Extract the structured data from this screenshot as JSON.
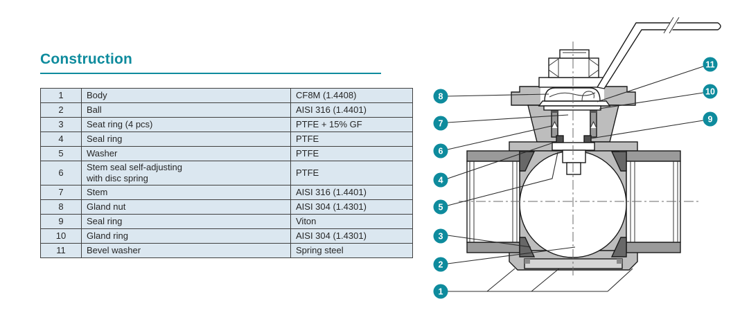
{
  "page": {
    "title": "Construction"
  },
  "colors": {
    "accent_teal": "#0e8b9d",
    "table_row_bg": "#dbe7f0",
    "table_border": "#3f3f3f",
    "diagram_gray_body": "#bdbdbd",
    "diagram_gray_band": "#9a9a9a",
    "diagram_gray_dark": "#686868"
  },
  "table": {
    "rows": [
      {
        "num": "1",
        "part": "Body",
        "material": "CF8M (1.4408)"
      },
      {
        "num": "2",
        "part": "Ball",
        "material": "AISI 316 (1.4401)"
      },
      {
        "num": "3",
        "part": "Seat ring (4 pcs)",
        "material": "PTFE + 15% GF"
      },
      {
        "num": "4",
        "part": "Seal ring",
        "material": "PTFE"
      },
      {
        "num": "5",
        "part": "Washer",
        "material": "PTFE"
      },
      {
        "num": "6",
        "part": "Stem seal self-adjusting\nwith disc spring",
        "material": "PTFE"
      },
      {
        "num": "7",
        "part": "Stem",
        "material": "AISI 316 (1.4401)"
      },
      {
        "num": "8",
        "part": "Gland nut",
        "material": "AISI 304 (1.4301)"
      },
      {
        "num": "9",
        "part": "Seal ring",
        "material": "Viton"
      },
      {
        "num": "10",
        "part": "Gland ring",
        "material": "AISI 304 (1.4301)"
      },
      {
        "num": "11",
        "part": "Bevel washer",
        "material": "Spring steel"
      }
    ]
  },
  "diagram": {
    "callouts": [
      "8",
      "7",
      "6",
      "4",
      "5",
      "3",
      "2",
      "1",
      "11",
      "10",
      "9"
    ]
  }
}
